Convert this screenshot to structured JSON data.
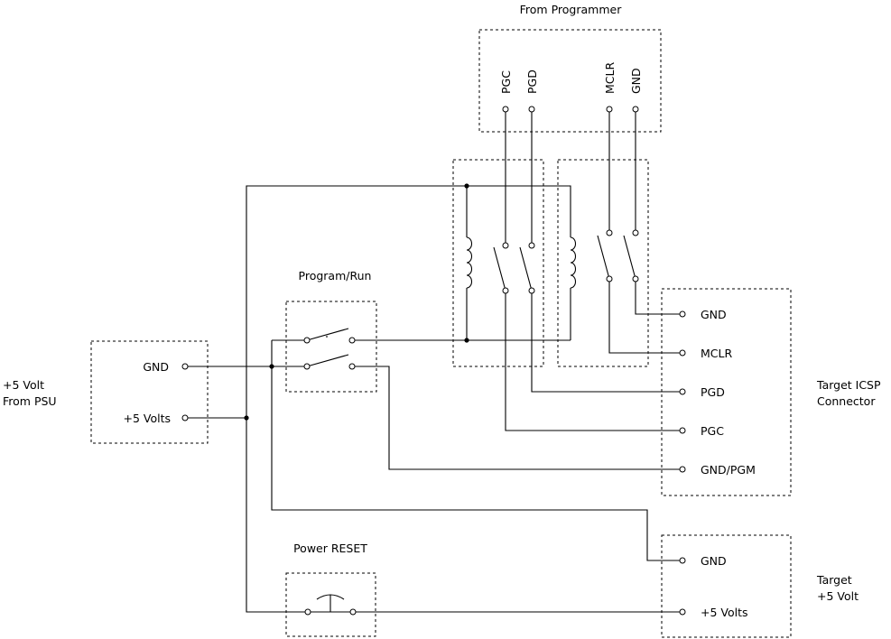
{
  "labels": {
    "from_programmer": "From Programmer",
    "pgc": "PGC",
    "pgd": "PGD",
    "mclr": "MCLR",
    "gnd": "GND",
    "program_run": "Program/Run",
    "power_reset": "Power RESET",
    "psu_line1": "+5 Volt",
    "psu_line2": "From PSU",
    "psu_gnd": "GND",
    "psu_5v": "+5 Volts",
    "icsp_gnd": "GND",
    "icsp_mclr": "MCLR",
    "icsp_pgd": "PGD",
    "icsp_pgc": "PGC",
    "icsp_gndpgm": "GND/PGM",
    "icsp_line1": "Target ICSP",
    "icsp_line2": "Connector",
    "target_gnd": "GND",
    "target_5v": "+5 Volts",
    "target_line1": "Target",
    "target_line2": "+5 Volt"
  }
}
